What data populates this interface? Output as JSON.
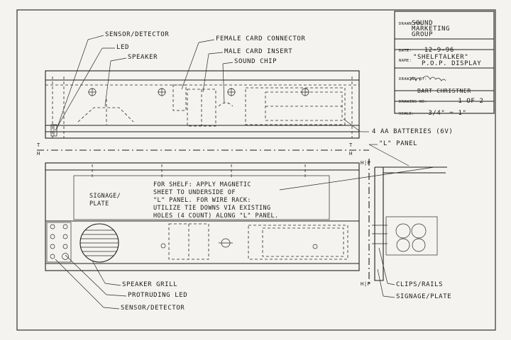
{
  "title_block": {
    "drawn_for_label": "DRAWN FOR:",
    "drawn_for_value": [
      "SOUND",
      "MARKETING",
      "GROUP"
    ],
    "date_label": "DATE:",
    "date_value": "12-9-96",
    "name_label": "NAME:",
    "name_value": [
      "\"SHELFTALKER\"",
      "P.O.P. DISPLAY"
    ],
    "drawing_by_label": "DRAWING BY:",
    "drawing_by_value": "BART CHRISTNER",
    "drawing_no_label": "DRAWING NO:",
    "drawing_no_value": "1 OF 2",
    "scale_label": "SCALE:",
    "scale_value": "3/4\" = 1\""
  },
  "callouts": {
    "sensor_detector_top": "SENSOR/DETECTOR",
    "led": "LED",
    "speaker": "SPEAKER",
    "female_card_connector": "FEMALE CARD CONNECTOR",
    "male_card_insert": "MALE CARD INSERT",
    "sound_chip": "SOUND CHIP",
    "batteries": "4 AA BATTERIES (6V)",
    "l_panel": "\"L\" PANEL",
    "signage_plate_front": [
      "SIGNAGE/",
      "PLATE"
    ],
    "speaker_grill": "SPEAKER GRILL",
    "protruding_led": "PROTRUDING LED",
    "sensor_detector_bottom": "SENSOR/DETECTOR",
    "clips_rails": "CLIPS/RAILS",
    "signage_plate_side": "SIGNAGE/PLATE"
  },
  "note": [
    "FOR SHELF: APPLY MAGNETIC",
    "SHEET TO UNDERSIDE OF",
    "\"L\" PANEL. FOR WIRE RACK:",
    "UTILIZE TIE DOWNS VIA EXISTING",
    "HOLES (4 COUNT) ALONG \"L\" PANEL."
  ],
  "section_marks": {
    "t": "T",
    "h": "H",
    "h_p": "H|P"
  }
}
